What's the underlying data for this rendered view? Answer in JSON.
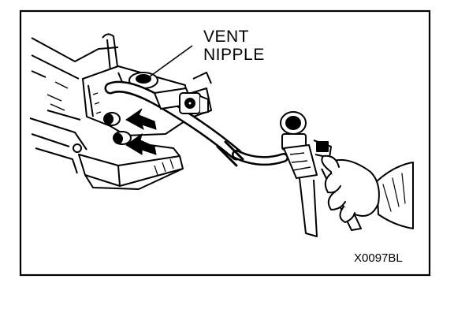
{
  "labels": {
    "callout_line1": "VENT",
    "callout_line2": "NIPPLE",
    "figure_code": "X0097BL"
  },
  "colors": {
    "ink": "#000000",
    "paper": "#ffffff",
    "shade": "#555555"
  },
  "icons": {
    "pointer_arrows": "flow-arrow-icon",
    "gauge": "pressure-gauge-icon"
  }
}
